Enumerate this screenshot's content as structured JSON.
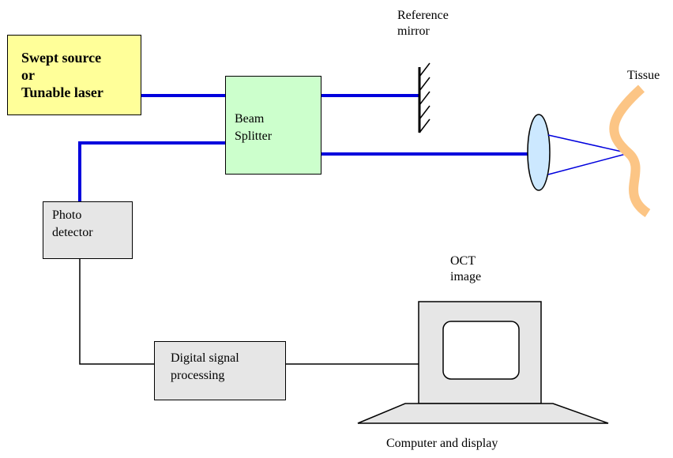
{
  "laser_box": {
    "line1": "Swept source",
    "line2": "or",
    "line3": "Tunable laser"
  },
  "beam_splitter": {
    "line1": "Beam",
    "line2": "Splitter"
  },
  "photo_detector": {
    "line1": "Photo",
    "line2": "detector"
  },
  "dsp": {
    "line1": "Digital signal",
    "line2": "processing"
  },
  "labels": {
    "reference_mirror_line1": "Reference",
    "reference_mirror_line2": "mirror",
    "tissue": "Tissue",
    "oct_line1": "OCT",
    "oct_line2": "image",
    "computer": "Computer and display"
  },
  "colors": {
    "fiber": "#0000dd",
    "laser_fill": "#ffff99",
    "splitter_fill": "#ccffcc",
    "box_fill": "#e6e6e6",
    "lens_fill": "#cce8ff",
    "tissue": "#fcc585"
  }
}
